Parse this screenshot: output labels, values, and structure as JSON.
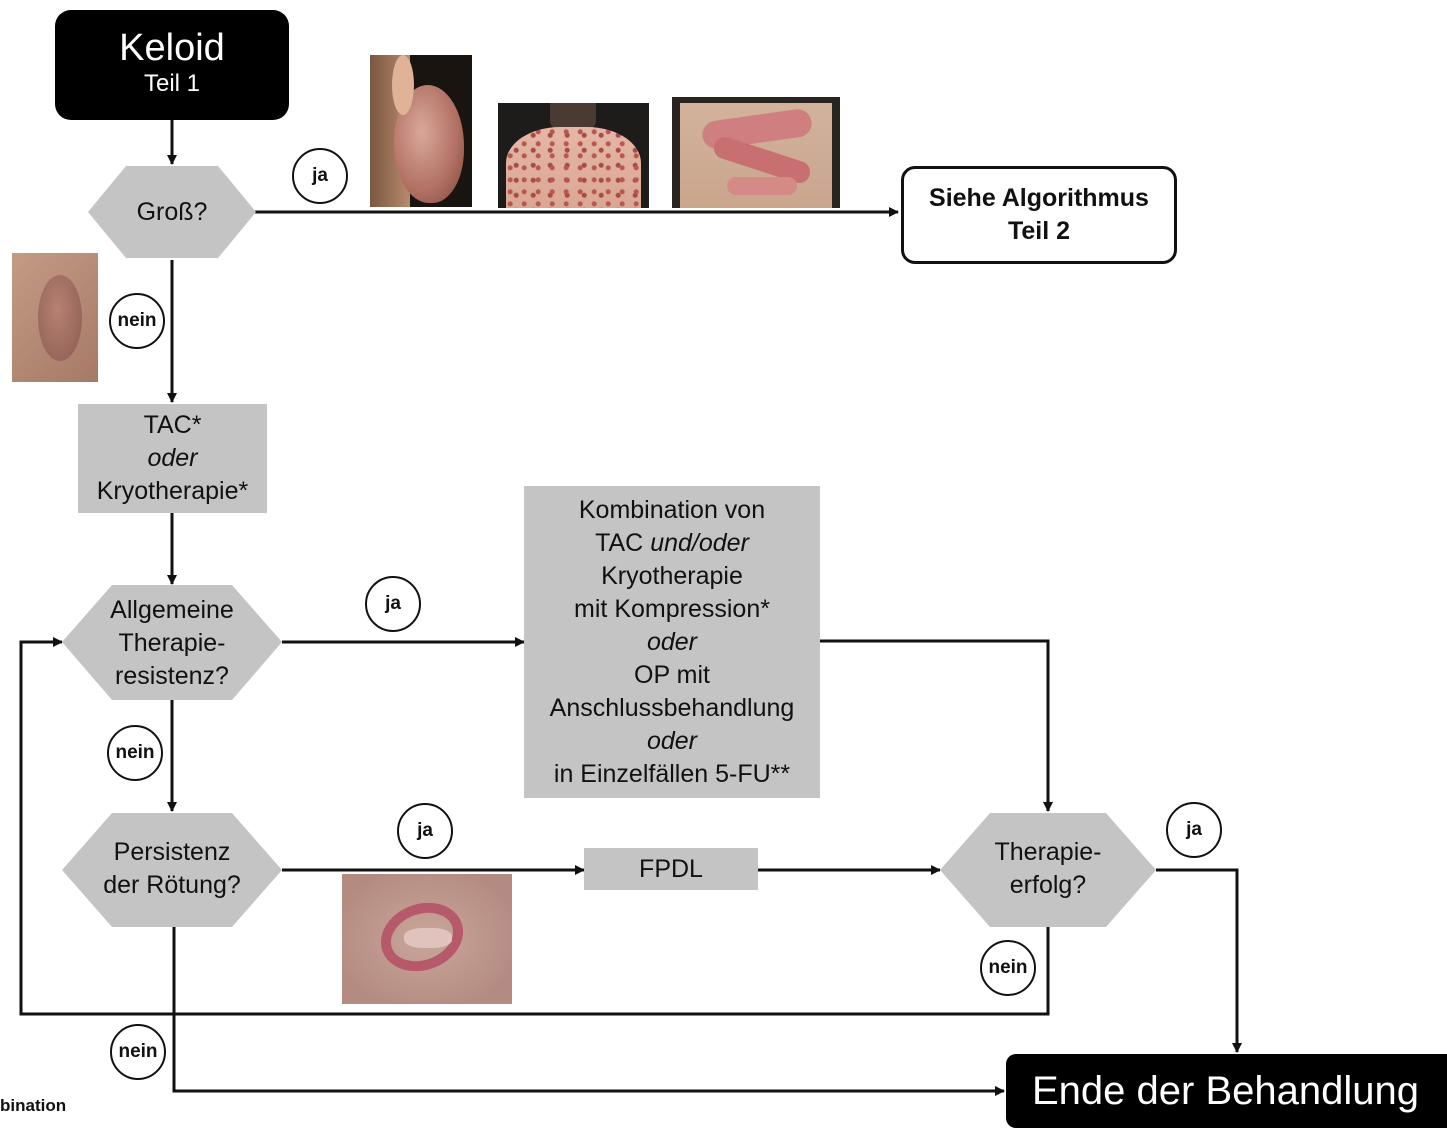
{
  "start": {
    "title": "Keloid",
    "subtitle": "Teil 1"
  },
  "decisions": {
    "gross": "Groß?",
    "resistenz": [
      "Allgemeine",
      "Therapie-",
      "resistenz?"
    ],
    "roetung": [
      "Persistenz",
      "der Rötung?"
    ],
    "erfolg": [
      "Therapie-",
      "erfolg?"
    ]
  },
  "boxes": {
    "tac": {
      "line1": "TAC*",
      "line2": "oder",
      "line3": "Kryotherapie*"
    },
    "kombination": {
      "l1": "Kombination von",
      "l2a": "TAC",
      "l2b": "und/oder",
      "l3": "Kryotherapie",
      "l4": "mit Kompression*",
      "l5": "oder",
      "l6": "OP mit",
      "l7": "Anschlussbehandlung",
      "l8": "oder",
      "l9": "in Einzelfällen 5-FU**"
    },
    "fpdl": "FPDL",
    "algorithmus": {
      "line1": "Siehe Algorithmus",
      "line2": "Teil 2"
    },
    "ende": "Ende der Behandlung"
  },
  "bubbles": {
    "ja": "ja",
    "nein": "nein"
  },
  "footnote": "bination",
  "colors": {
    "decision_fill": "#c4c4c4",
    "box_fill": "#c4c4c4",
    "terminal_fill": "#000000"
  },
  "images": [
    "ear-keloid-photo",
    "back-keloids-photo",
    "chest-keloids-photo",
    "shoulder-keloid-photo",
    "red-scar-photo"
  ]
}
